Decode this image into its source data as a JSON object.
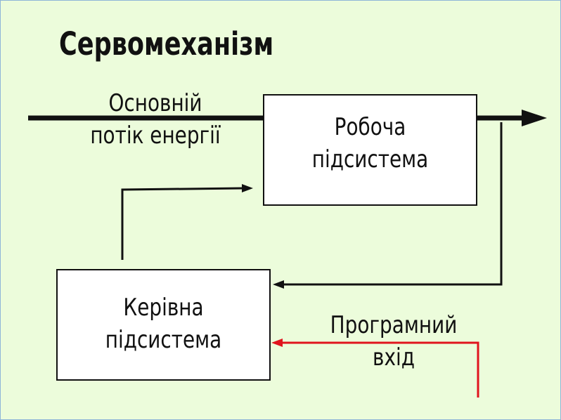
{
  "title": "Сервомеханізм",
  "energy_flow": {
    "line1": "Основній",
    "line2": "потік енергії"
  },
  "working_subsystem": {
    "line1": "Робоча",
    "line2": "підсистема"
  },
  "control_subsystem": {
    "line1": "Керівна",
    "line2": "підсистема"
  },
  "program_input": {
    "line1": "Програмний",
    "line2": "вхід"
  },
  "colors": {
    "background": "#ecfcdb",
    "line": "#111111",
    "program_input": "#e0141e"
  }
}
